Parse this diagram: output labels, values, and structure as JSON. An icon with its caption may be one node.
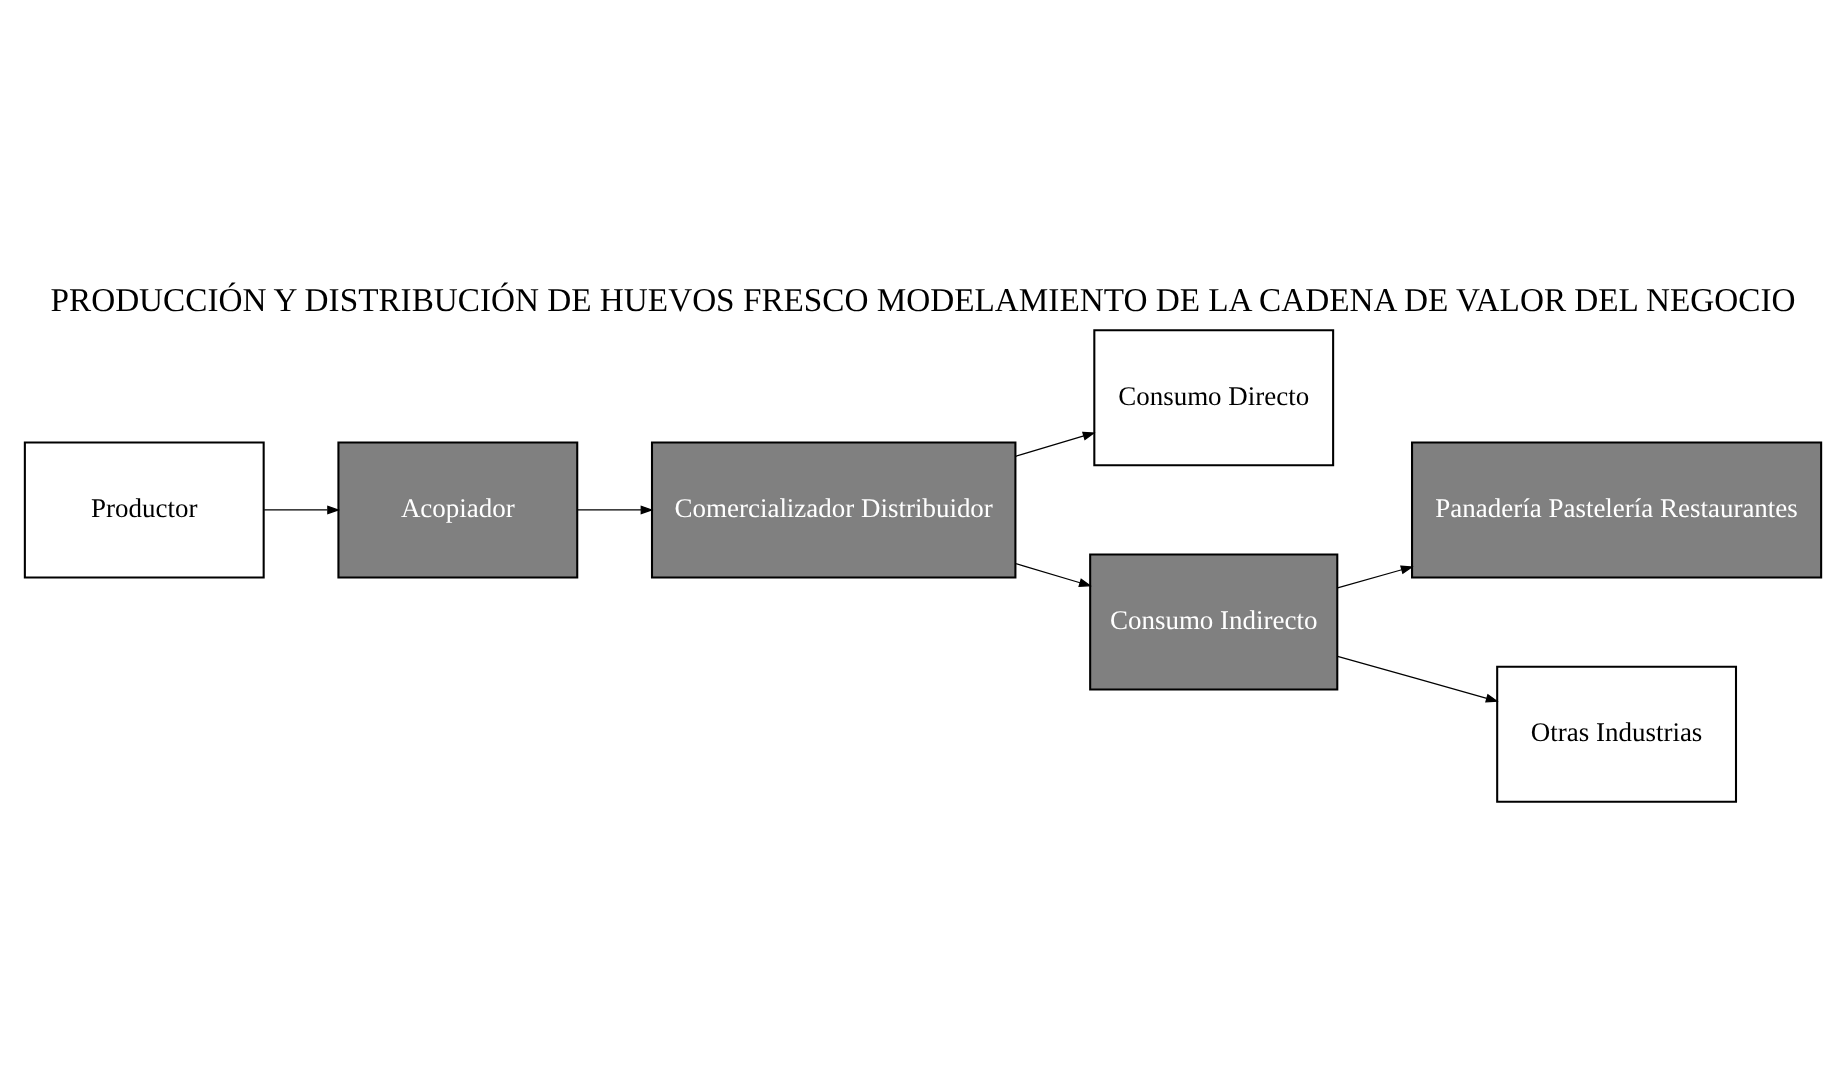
{
  "diagram": {
    "title": "PRODUCCIÓN Y DISTRIBUCIÓN DE HUEVOS FRESCO MODELAMIENTO DE LA CADENA DE VALOR DEL NEGOCIO",
    "nodes": [
      {
        "text": [
          "Productor"
        ]
      },
      {
        "text": [
          "Acopiador"
        ]
      },
      {
        "text": [
          "Comercializador Distribuidor"
        ]
      },
      {
        "text": [
          "Consumo Directo"
        ]
      },
      {
        "text": [
          "Consumo Indirecto"
        ]
      },
      {
        "text": [
          "Panadería Pastelería Restaurantes"
        ]
      },
      {
        "text": [
          "Otras Industrias"
        ]
      }
    ],
    "edges": [
      {
        "from": 0,
        "to": 1,
        "arrow": "to"
      },
      {
        "from": 1,
        "to": 2,
        "arrow": "to"
      },
      {
        "from": 2,
        "to": 3,
        "arrow": "to"
      },
      {
        "from": 2,
        "to": 4,
        "arrow": "to"
      },
      {
        "from": 4,
        "to": 5,
        "arrow": "to"
      },
      {
        "from": 4,
        "to": 6,
        "arrow": "to"
      }
    ]
  }
}
